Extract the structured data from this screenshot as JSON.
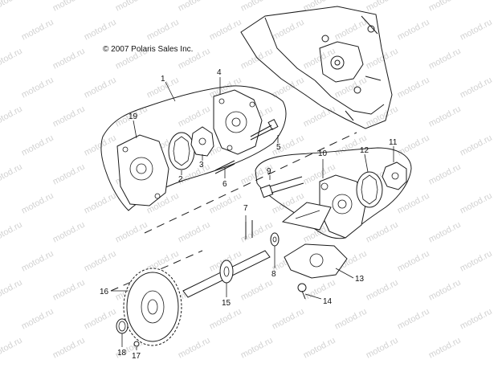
{
  "copyright": "© 2007 Polaris Sales Inc.",
  "watermark": "motod.ru",
  "callouts": [
    "1",
    "2",
    "3",
    "4",
    "5",
    "6",
    "7",
    "8",
    "9",
    "10",
    "11",
    "12",
    "13",
    "14",
    "15",
    "16",
    "17",
    "18",
    "19"
  ]
}
